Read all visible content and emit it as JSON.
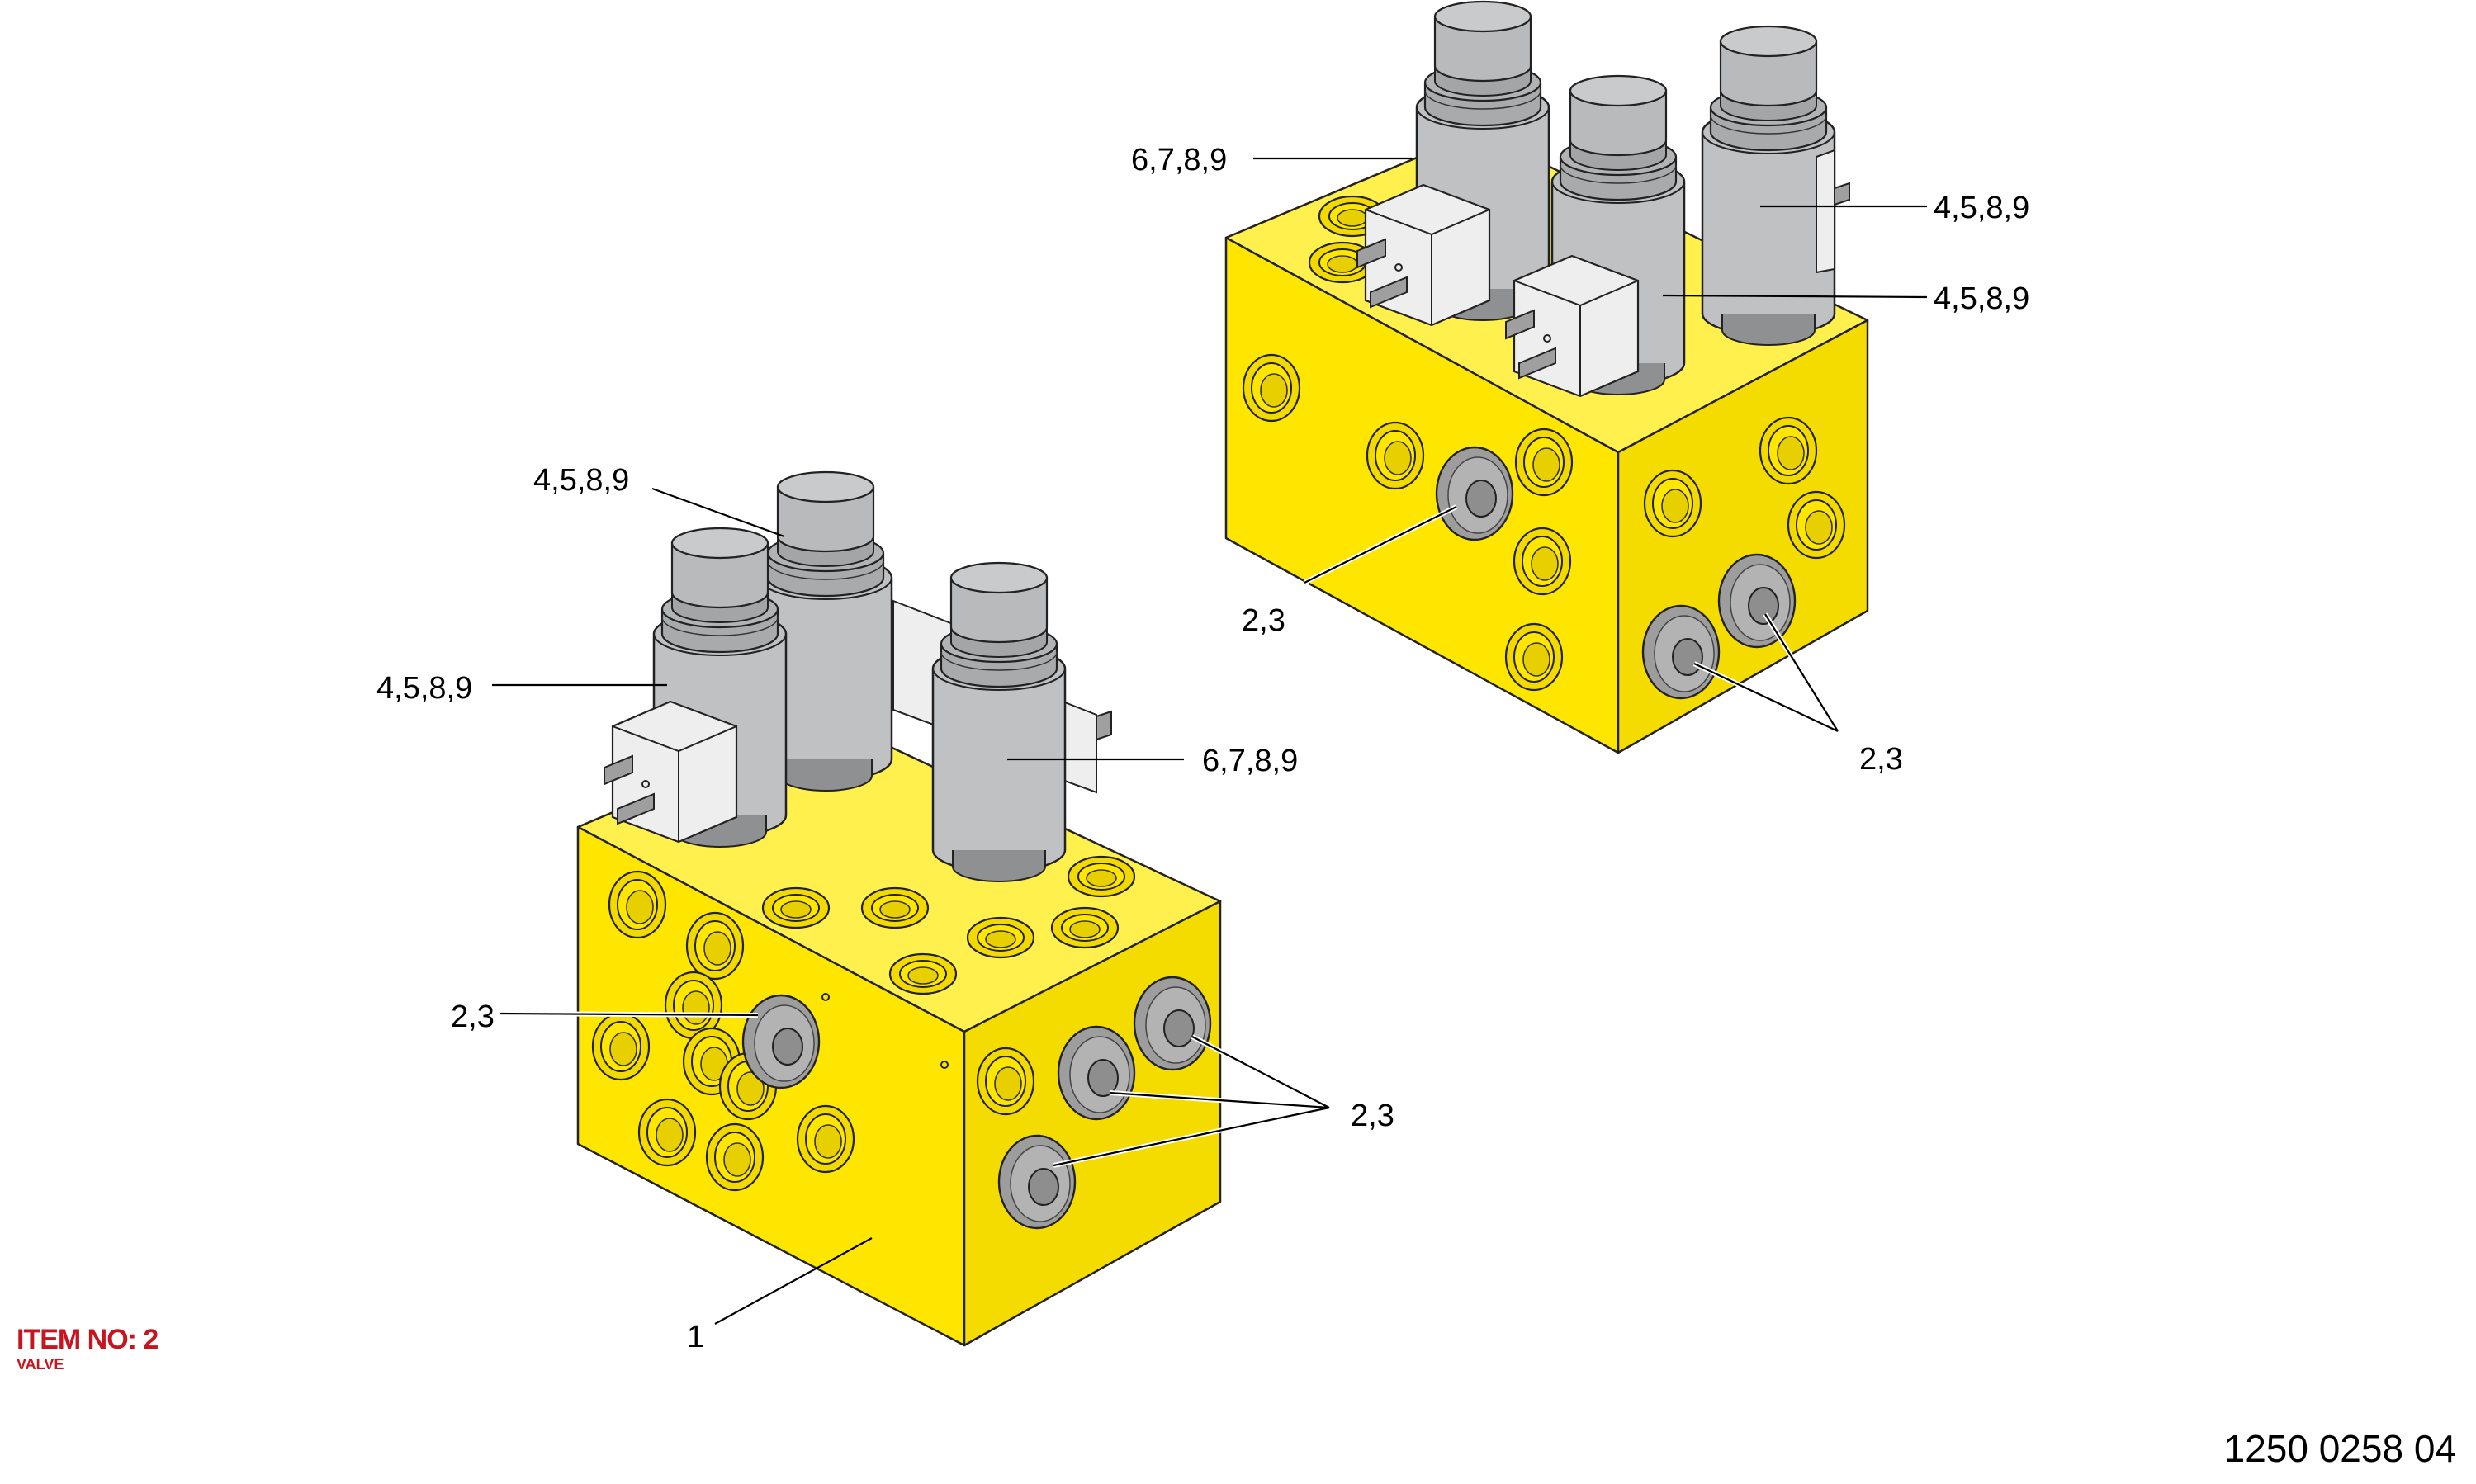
{
  "item": {
    "number_label": "ITEM NO: 2",
    "description": "VALVE"
  },
  "drawing_number": "1250 0258 04",
  "colors": {
    "block": "#ffe600",
    "solenoid": "#c0c1c3",
    "connector": "#eeeeee",
    "plug": "#9d9d9d",
    "item_label": "#c8141e"
  },
  "assemblies": [
    {
      "name": "front-valve-block",
      "callouts": [
        "4,5,8,9",
        "4,5,8,9",
        "6,7,8,9",
        "2,3",
        "2,3",
        "1"
      ]
    },
    {
      "name": "rear-valve-block",
      "callouts": [
        "6,7,8,9",
        "4,5,8,9",
        "4,5,8,9",
        "2,3",
        "2,3"
      ]
    }
  ]
}
